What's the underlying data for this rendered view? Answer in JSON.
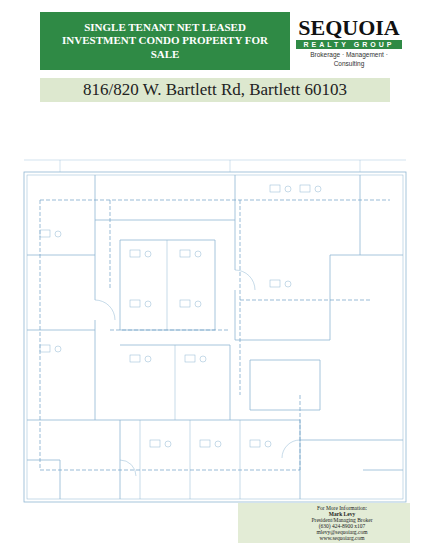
{
  "diagram": {
    "nodes": [
      {
        "text": [
          "SINGLE TENANT NET LEASED INVESTMENT CONDO PROPERTY FOR SALE"
        ]
      },
      {
        "text": [
          "SEQUOIA",
          "REALTY GROUP",
          "Brokerage · Management · Consulting"
        ]
      },
      {
        "text": [
          "816/820 W. Bartlett Rd, Bartlett 60103"
        ]
      },
      {
        "text": [
          "For More Information:",
          "Mark Levy",
          "President/Managing Broker",
          "(630) 424-8900 x107",
          "mlevy@sequoiarg.com",
          "www.sequoiarg.com"
        ]
      }
    ]
  }
}
